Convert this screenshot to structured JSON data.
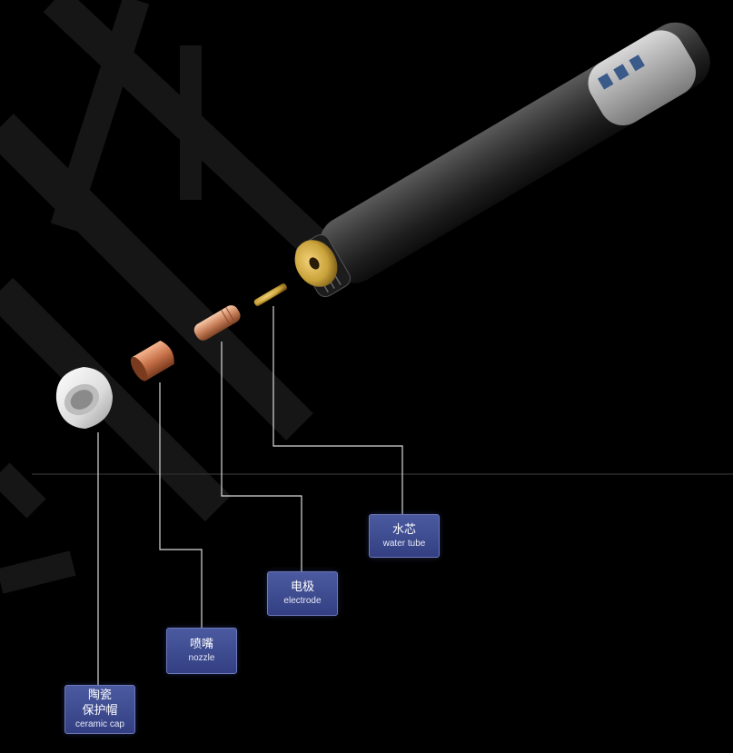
{
  "labels": {
    "water_tube": {
      "zh": "水芯",
      "en": "water tube"
    },
    "electrode": {
      "zh": "电极",
      "en": "electrode"
    },
    "nozzle": {
      "zh": "喷嘴",
      "en": "nozzle"
    },
    "ceramic_cap": {
      "zh1": "陶瓷",
      "zh2": "保护帽",
      "en": "ceramic cap"
    }
  },
  "colors": {
    "background": "#000000",
    "label_fill": "#3d4a90",
    "leader_line": "#d9d9d9",
    "copper": "#c8734a",
    "brass": "#c9a23a",
    "torch_body": "#2b2b2b"
  }
}
